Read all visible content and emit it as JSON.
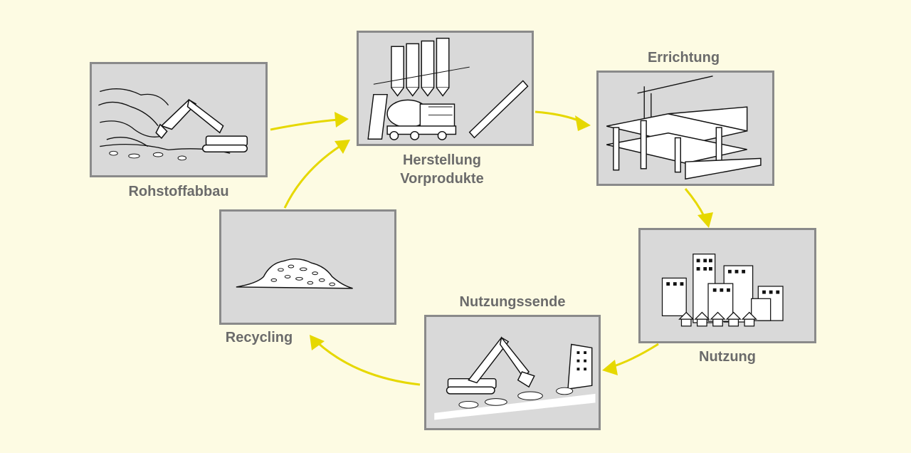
{
  "accent_color": "#e6d800",
  "stages": [
    {
      "id": "rohstoffabbau",
      "label": "Rohstoffabbau",
      "icon": "excavator-quarry-icon"
    },
    {
      "id": "herstellung",
      "label_line1": "Herstellung",
      "label_line2": "Vorprodukte",
      "icon": "concrete-plant-icon"
    },
    {
      "id": "errichtung",
      "label": "Errichtung",
      "icon": "construction-site-icon"
    },
    {
      "id": "nutzung",
      "label": "Nutzung",
      "icon": "city-buildings-icon"
    },
    {
      "id": "nutzungsende",
      "label": "Nutzungssende",
      "icon": "demolition-icon"
    },
    {
      "id": "recycling",
      "label": "Recycling",
      "icon": "rubble-pile-icon"
    }
  ]
}
